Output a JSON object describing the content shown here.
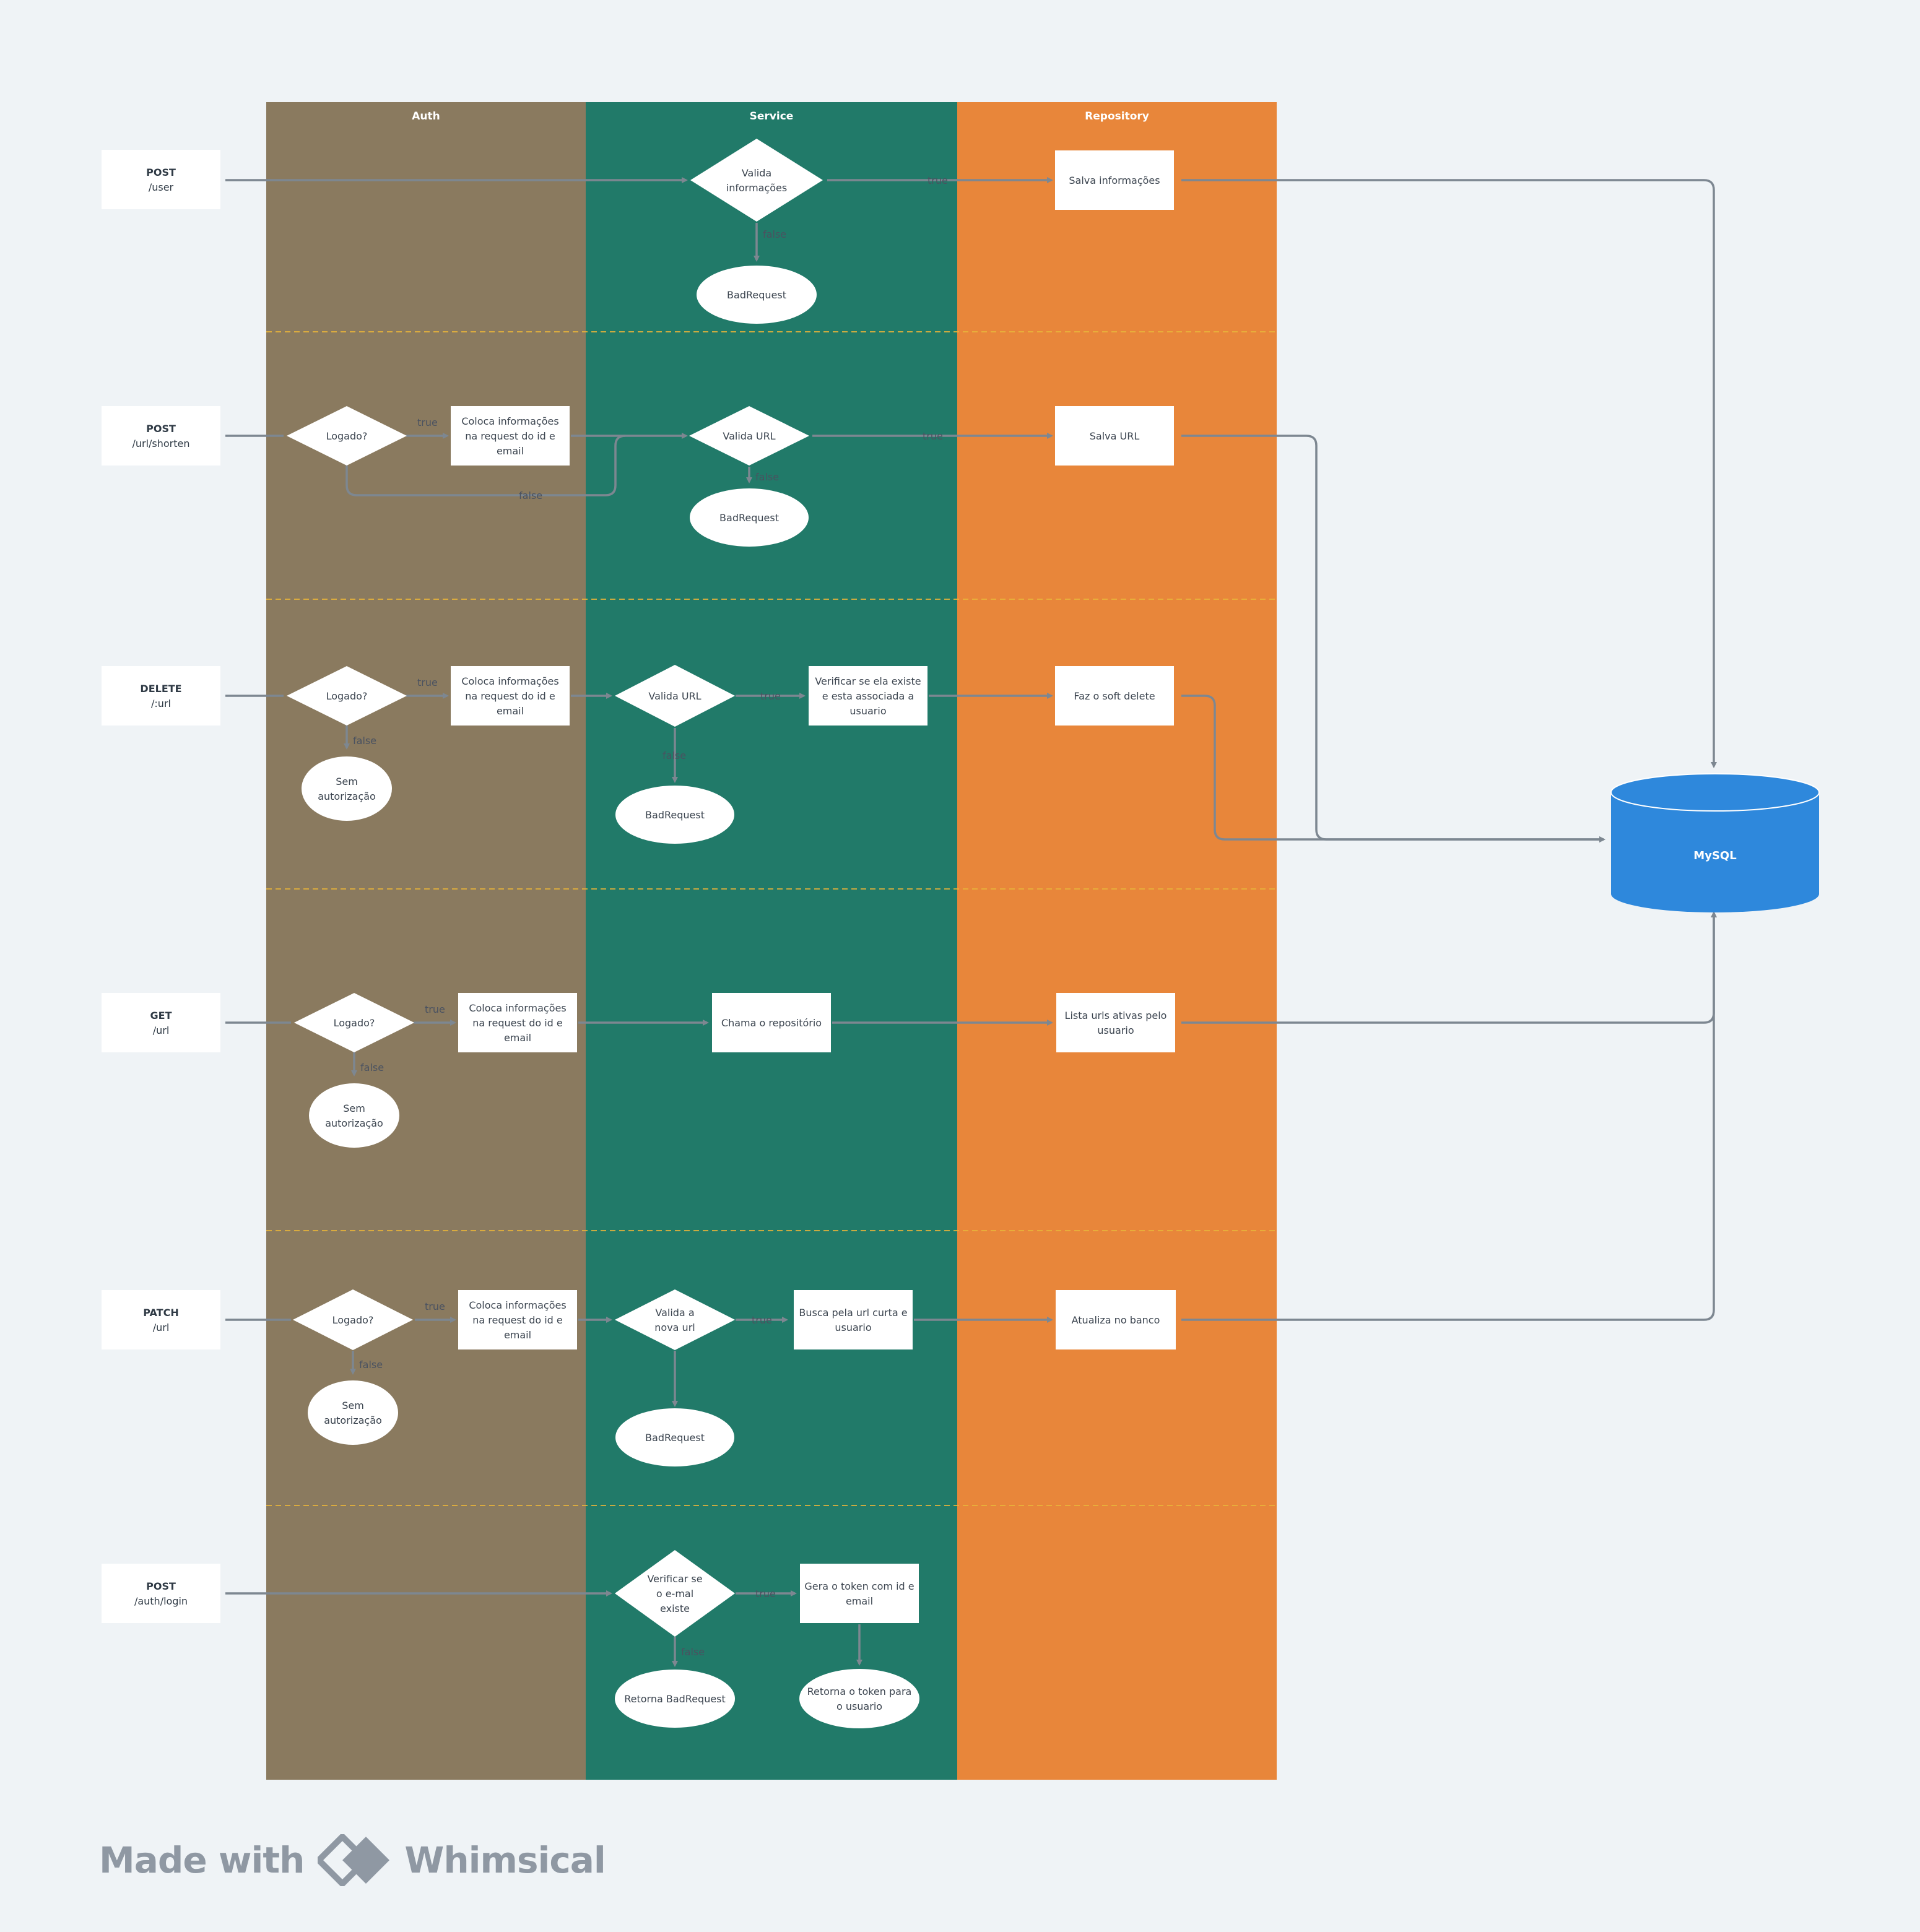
{
  "lanes": {
    "auth": "Auth",
    "service": "Service",
    "repository": "Repository"
  },
  "routes": [
    {
      "method": "POST",
      "path": "/user"
    },
    {
      "method": "POST",
      "path": "/url/shorten"
    },
    {
      "method": "DELETE",
      "path": "/:url"
    },
    {
      "method": "GET",
      "path": "/url"
    },
    {
      "method": "PATCH",
      "path": "/url"
    },
    {
      "method": "POST",
      "path": "/auth/login"
    }
  ],
  "nodes": {
    "r1_valida": [
      "Valida",
      "informações"
    ],
    "r1_bad": [
      "BadRequest"
    ],
    "r1_salva": [
      "Salva informações"
    ],
    "r2_logado": [
      "Logado?"
    ],
    "r2_coloca": [
      "Coloca informações",
      "na request do id e",
      "email"
    ],
    "r2_valida": [
      "Valida URL"
    ],
    "r2_bad": [
      "BadRequest"
    ],
    "r2_salva": [
      "Salva URL"
    ],
    "r3_logado": [
      "Logado?"
    ],
    "r3_coloca": [
      "Coloca informações",
      "na request do id e",
      "email"
    ],
    "r3_sem": [
      "Sem",
      "autorização"
    ],
    "r3_valida": [
      "Valida URL"
    ],
    "r3_verificar": [
      "Verificar se ela existe",
      "e esta associada a",
      "usuario"
    ],
    "r3_bad": [
      "BadRequest"
    ],
    "r3_soft": [
      "Faz o soft delete"
    ],
    "r4_logado": [
      "Logado?"
    ],
    "r4_coloca": [
      "Coloca informações",
      "na request do id e",
      "email"
    ],
    "r4_sem": [
      "Sem",
      "autorização"
    ],
    "r4_chama": [
      "Chama o repositório"
    ],
    "r4_lista": [
      "Lista urls ativas pelo",
      "usuario"
    ],
    "r5_logado": [
      "Logado?"
    ],
    "r5_coloca": [
      "Coloca informações",
      "na request do id e",
      "email"
    ],
    "r5_sem": [
      "Sem",
      "autorização"
    ],
    "r5_valida": [
      "Valida a",
      "nova url"
    ],
    "r5_busca": [
      "Busca pela url curta e",
      "usuario"
    ],
    "r5_bad": [
      "BadRequest"
    ],
    "r5_atualiza": [
      "Atualiza no banco"
    ],
    "r6_verificar": [
      "Verificar se",
      "o e-mal",
      "existe"
    ],
    "r6_gera": [
      "Gera o token com id e",
      "email"
    ],
    "r6_retorna_bad": [
      "Retorna BadRequest"
    ],
    "r6_retorna_token": [
      "Retorna o token para",
      "o usuario"
    ]
  },
  "edge_labels": {
    "true": "true",
    "false": "false"
  },
  "database": {
    "label": "MySQL"
  },
  "footer": {
    "made_with": "Made with",
    "brand": "Whimsical"
  },
  "colors": {
    "background": "#eff3f6",
    "auth_lane": "#8a7a5f",
    "service_lane": "#217a69",
    "repository_lane": "#e8863a",
    "database": "#2e88dc",
    "connector": "#7d8791",
    "separator": "#e8b43a"
  }
}
